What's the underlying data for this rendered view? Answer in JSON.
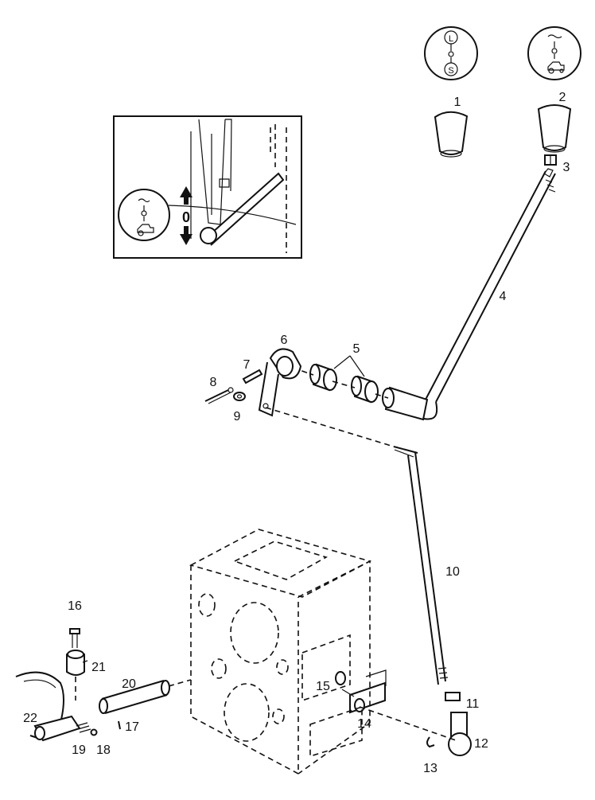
{
  "callouts": {
    "c1": "1",
    "c2": "2",
    "c3": "3",
    "c4": "4",
    "c5": "5",
    "c6": "6",
    "c7": "7",
    "c8": "8",
    "c9": "9",
    "c10": "10",
    "c11": "11",
    "c12": "12",
    "c13": "13",
    "c14": "14",
    "c15": "15",
    "c16": "16",
    "c17": "17",
    "c18": "18",
    "c19": "19",
    "c20": "20",
    "c21": "21",
    "c22": "22"
  },
  "symbols": {
    "range_low": "L",
    "range_high": "S",
    "inset_position": "0"
  },
  "icons": [
    "range-selector-decal-icon",
    "pto-decal-icon",
    "tractor-icon",
    "arrow-up-icon",
    "arrow-down-icon"
  ]
}
